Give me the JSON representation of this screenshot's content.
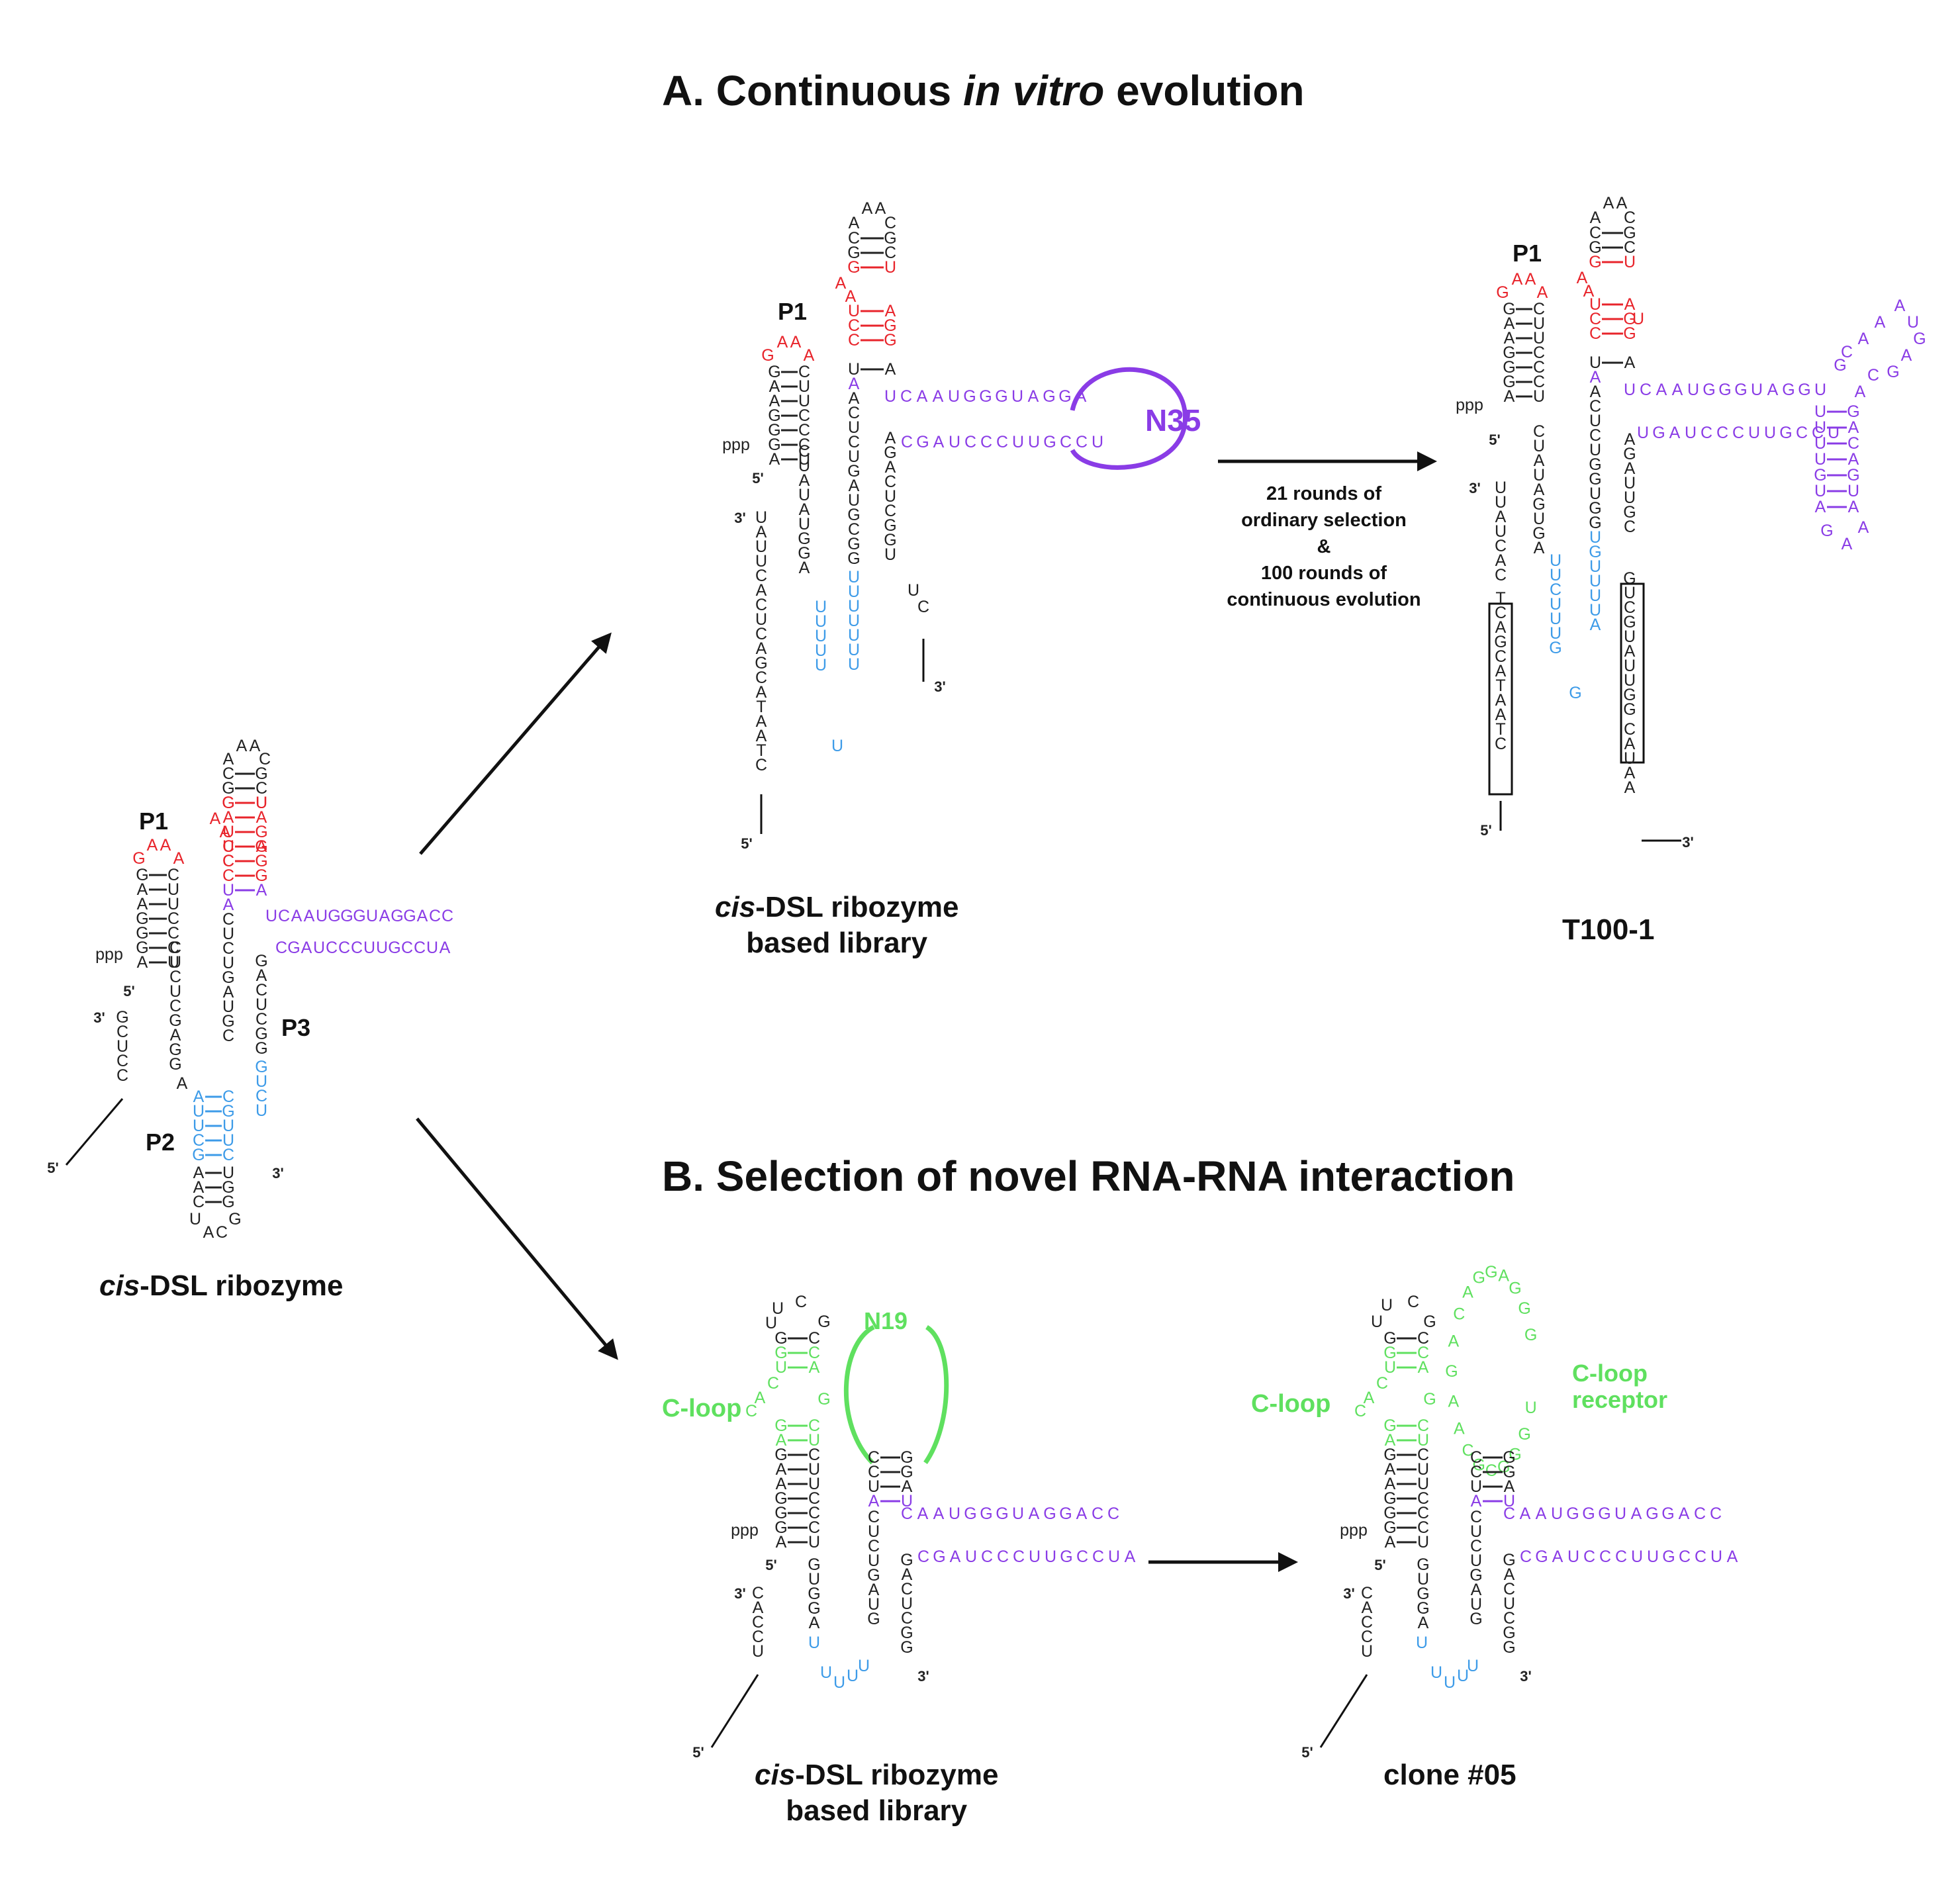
{
  "titles": {
    "a_prefix": "A. Continuous ",
    "a_italic": "in vitro",
    "a_suffix": " evolution",
    "b": "B. Selection of novel RNA-RNA interaction"
  },
  "captions": {
    "cis_italic": "cis",
    "ribozyme_rest": "-DSL ribozyme",
    "library_rest": "-DSL ribozyme",
    "library_line2": "based library",
    "t100": "T100-1",
    "clone": "clone #05"
  },
  "labels": {
    "p1": "P1",
    "p2": "P2",
    "p3": "P3",
    "n35": "N35",
    "n19": "N19",
    "cloop": "C-loop",
    "cloop_receptor_1": "C-loop",
    "cloop_receptor_2": "receptor",
    "ppp": "ppp",
    "five": "5'",
    "three": "3'"
  },
  "process": {
    "line1": "21 rounds of",
    "line2": "ordinary selection",
    "line3": "&",
    "line4": "100 rounds of",
    "line5": "continuous evolution"
  },
  "colors": {
    "black": "#222222",
    "red": "#e8242b",
    "blue": "#3d9be8",
    "purple": "#8a3ce6",
    "green": "#5fe05f"
  },
  "sequences": {
    "p1_loop": "GAA",
    "p1_left": "GAAGGGA",
    "p1_right": "CUUCCCU",
    "red_stem_left": "AUCC",
    "red_stem_right": "AGGU",
    "top_loop": "ACGGAACGC",
    "purple_top": "UCAAUGGGUAGGACC",
    "purple_bottom": "CGAUCCCUUGCCUA",
    "core_left": "CUCUGAUGC",
    "core_right": "GACUCGG",
    "blue_left": "AUUCG",
    "blue_right": "CGUUC",
    "p2_bottom": "AACUAG",
    "tail_3prime": "GCUCC",
    "lib_left": "UAUUCACUCAGCATAATC",
    "lib_blue_left": "UUUUU",
    "lib_blue_right": "UUUUUUU",
    "lib_right": "AGACUCGGUUC",
    "lib_core": "ACUCUGAUGCGG",
    "t100_left": "UUAUCACTCAGCATAATC",
    "t100_blue_left": "UUCUUUGG",
    "t100_blue_right": "UGUUUUAG",
    "t100_boxed_left": "TCAGCATAATC",
    "t100_boxed_right": "GUCGUAUUGG",
    "t100_right": "AGAUUGCGCAUAA",
    "t100_core": "ACUCUGGUGG",
    "t100_purple_top": "UCAAUGGGUAGGUGCAAAUGAGCA",
    "t100_purple_bottom": "UGAUCCCUUGCCU",
    "t100_purple_arm": "UGUAGCUGGAAUA",
    "b_top_loop": "UCG",
    "b_green_left": "GUACCGA",
    "b_green_right": "CAGCU",
    "b_stem_left": "GAAGGGA",
    "b_stem_right": "CUUCCCU",
    "b_tail": "CACCU",
    "b_core_left": "GUGGA",
    "b_core_right": "CUCUGAUG",
    "b_right": "GACUCGG",
    "b_blue_left": "U",
    "b_blue_right": "UUUU",
    "b_stem2_left": "CCUA",
    "b_stem2_right": "GGA",
    "clone_green_loop": "GGGAGGACAGAACGCGGGU",
    "clone_green_left": "GUACCGA",
    "clone_green_right": "CAGCU",
    "clone_blue": "UUUU"
  }
}
